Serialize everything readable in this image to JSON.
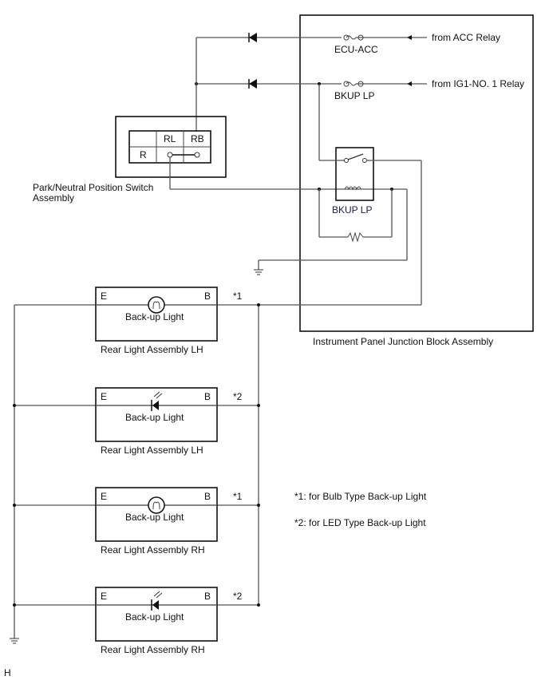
{
  "diagram": {
    "type": "wiring-diagram",
    "title": "Back-up Light Circuit",
    "junction_block": {
      "label": "Instrument Panel Junction Block Assembly",
      "fuses": [
        {
          "label": "ECU-ACC",
          "source": "from ACC Relay"
        },
        {
          "label": "BKUP LP",
          "source": "from IG1-NO. 1 Relay"
        }
      ],
      "relay": {
        "label": "BKUP LP"
      }
    },
    "switch": {
      "label_line1": "Park/Neutral Position Switch",
      "label_line2": "Assembly",
      "headers": [
        "",
        "RL",
        "RB"
      ],
      "row_label": "R"
    },
    "lights": [
      {
        "e": "E",
        "b": "B",
        "name": "Back-up Light",
        "assembly": "Rear Light Assembly LH",
        "note": "*1",
        "kind": "bulb"
      },
      {
        "e": "E",
        "b": "B",
        "name": "Back-up Light",
        "assembly": "Rear Light Assembly LH",
        "note": "*2",
        "kind": "led"
      },
      {
        "e": "E",
        "b": "B",
        "name": "Back-up Light",
        "assembly": "Rear Light Assembly RH",
        "note": "*1",
        "kind": "bulb"
      },
      {
        "e": "E",
        "b": "B",
        "name": "Back-up Light",
        "assembly": "Rear Light Assembly RH",
        "note": "*2",
        "kind": "led"
      }
    ],
    "legend": [
      "*1: for Bulb Type Back-up Light",
      "*2: for LED Type Back-up Light"
    ],
    "corner_mark": "H"
  }
}
